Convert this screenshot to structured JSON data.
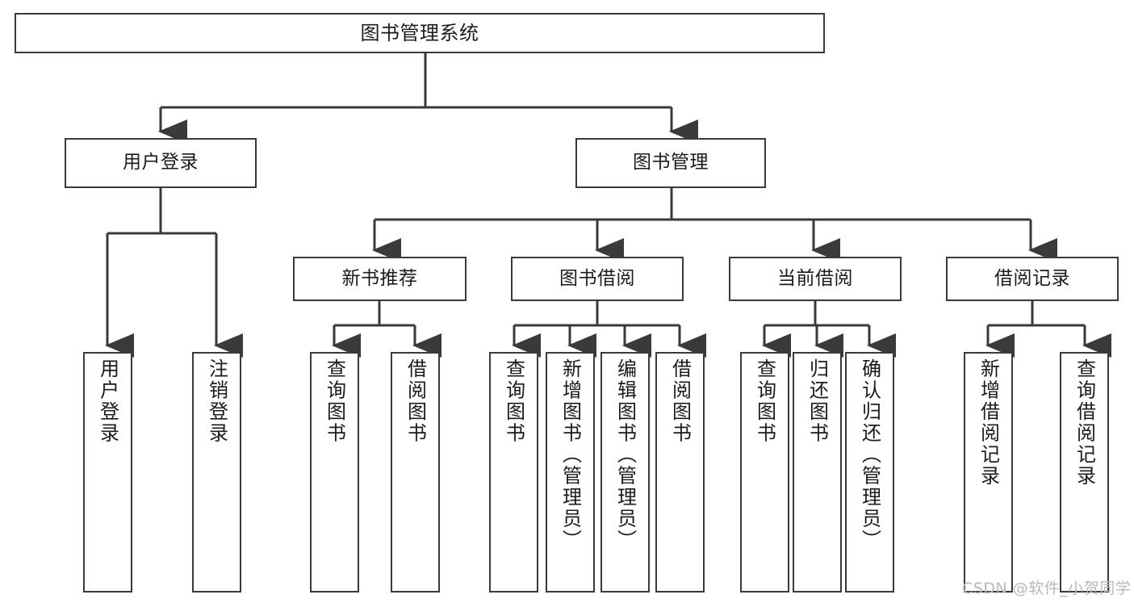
{
  "diagram": {
    "title": "图书管理系统",
    "type": "hierarchy-tree",
    "root": {
      "label": "图书管理系统"
    },
    "level2": [
      {
        "label": "用户登录"
      },
      {
        "label": "图书管理"
      }
    ],
    "level3": [
      {
        "label": "新书推荐"
      },
      {
        "label": "图书借阅"
      },
      {
        "label": "当前借阅"
      },
      {
        "label": "借阅记录"
      }
    ],
    "leaves": {
      "user_login": [
        {
          "label": "用户登录"
        },
        {
          "label": "注销登录"
        }
      ],
      "new_book_recommend": [
        {
          "label": "查询图书"
        },
        {
          "label": "借阅图书"
        }
      ],
      "book_borrow": [
        {
          "label": "查询图书"
        },
        {
          "label": "新增图书（管理员）"
        },
        {
          "label": "编辑图书（管理员）"
        },
        {
          "label": "借阅图书"
        }
      ],
      "current_borrow": [
        {
          "label": "查询图书"
        },
        {
          "label": "归还图书"
        },
        {
          "label": "确认归还（管理员）"
        }
      ],
      "borrow_record": [
        {
          "label": "新增借阅记录"
        },
        {
          "label": "查询借阅记录"
        }
      ]
    }
  },
  "watermark": {
    "text": "CSDN @软件_小贺同学"
  },
  "colors": {
    "stroke": "#3a3a3a",
    "fill": "#ffffff",
    "text": "#1b1b1b",
    "watermark": "#b9b9b9"
  }
}
